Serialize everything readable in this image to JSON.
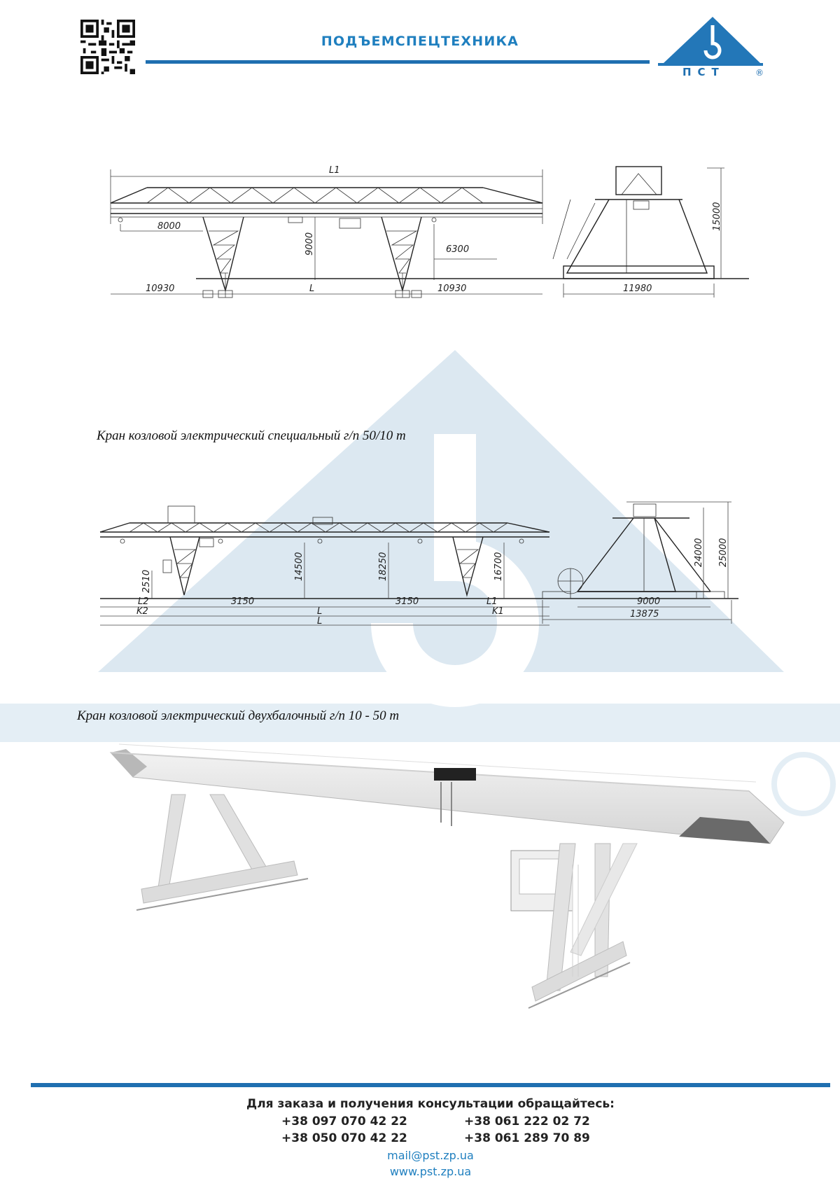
{
  "header": {
    "brand_name": "ПОДЪЕМСПЕЦТЕХНИКА",
    "logo_text": "ПСТ",
    "logo_reg": "®"
  },
  "drawing1": {
    "dims": {
      "L1": "L1",
      "d8000": "8000",
      "d9000": "9000",
      "d6300": "6300",
      "d15000": "15000",
      "left_cant": "10930",
      "span": "L",
      "right_cant": "10930",
      "base": "11980"
    }
  },
  "caption1": "Кран козловой электрический специальный г/п 50/10 т",
  "drawing2": {
    "dims": {
      "d2510": "2510",
      "d14500": "14500",
      "d18250": "18250",
      "d16700": "16700",
      "d24000": "24000",
      "d25000": "25000",
      "L2": "L2",
      "K2": "K2",
      "d3150a": "3150",
      "d3150b": "3150",
      "L1": "L1",
      "K1": "K1",
      "La": "L",
      "Lb": "L",
      "d9000": "9000",
      "d13875": "13875"
    }
  },
  "caption2": "Кран козловой электрический двухбалочный г/п 10 - 50 т",
  "footer": {
    "title": "Для заказа и получения консультации обращайтесь:",
    "phones": [
      "+38 097 070 42 22",
      "+38 061 222 02 72",
      "+38 050 070 42 22",
      "+38 061 289 70 89"
    ],
    "email": "mail@pst.zp.ua",
    "website": "www.pst.zp.ua"
  },
  "colors": {
    "brand_blue": "#1f6fb0",
    "link_blue": "#1f7fbf",
    "watermark": "#dfeaf2"
  }
}
